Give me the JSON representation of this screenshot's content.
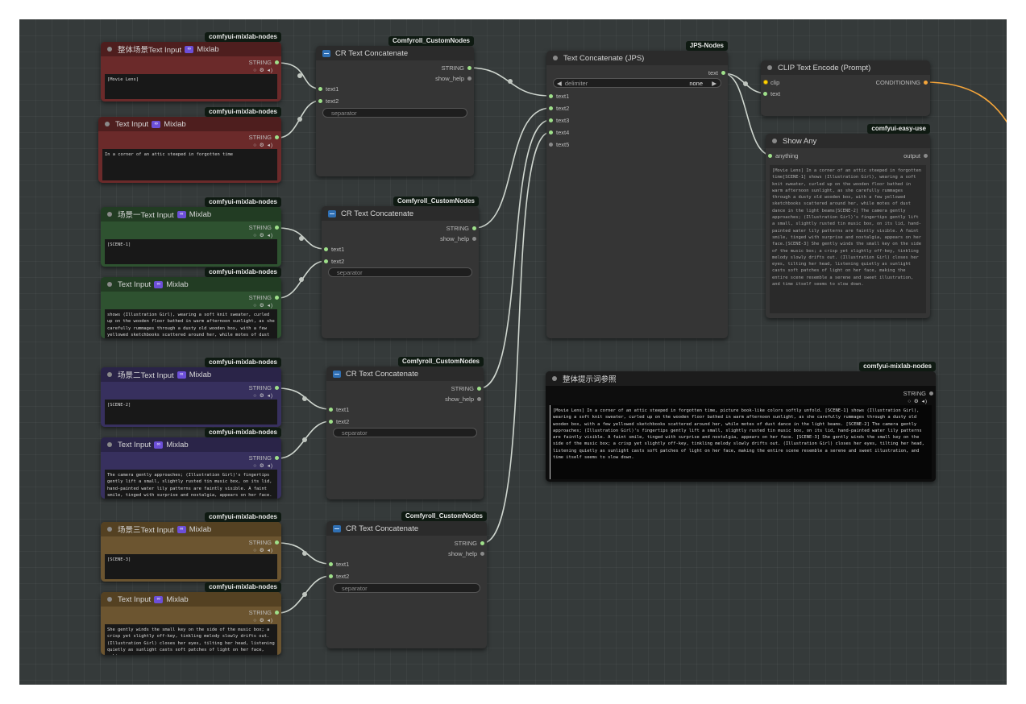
{
  "colors": {
    "canvas": "#353a3a",
    "red_node": "#6b2a2a",
    "green_node": "#2e5230",
    "blue_node": "#37305e",
    "gold_node": "#6c5530",
    "gray_node": "#353535",
    "wire_string": "#cfd6cf",
    "wire_conditioning": "#f5a53a"
  },
  "common": {
    "string_label": "STRING",
    "separator_placeholder": "separator",
    "text1": "text1",
    "text2": "text2",
    "show_help": "show_help",
    "mixlab_badge": "comfyui-mixlab-nodes",
    "comfyroll_badge": "Comfyroll_CustomNodes",
    "mixlab_label": "Mixlab"
  },
  "nodes": {
    "overall_scene_input": {
      "title": "整体场景Text Input",
      "text": "[Movie Lens]"
    },
    "attic_text_input": {
      "title": "Text Input",
      "text": "In a corner of an attic steeped in forgotten time"
    },
    "scene1_input": {
      "title": "场景一Text Input",
      "text": "[SCENE-1]"
    },
    "scene1_text_input": {
      "title": "Text Input",
      "text": "shows (Illustration Girl), wearing a soft knit sweater, curled up on the wooden floor bathed in warm afternoon sunlight, as she carefully rummages through a dusty old wooden box, with a few yellowed sketchbooks scattered around her, while motes of dust"
    },
    "scene2_input": {
      "title": "场景二Text Input",
      "text": "[SCENE-2]"
    },
    "scene2_text_input": {
      "title": "Text Input",
      "text": "The camera gently approaches; (Illustration Girl)'s fingertips gently lift a small, slightly rusted tin music box, on its lid, hand-painted water lily patterns are faintly visible. A faint smile, tinged with surprise and nostalgia, appears on her face."
    },
    "scene3_input": {
      "title": "场景三Text Input",
      "text": "[SCENE-3]"
    },
    "scene3_text_input": {
      "title": "Text Input",
      "text": " She gently winds the small key on the side of the music box; a crisp yet slightly off-key, tinkling melody slowly drifts out. (Illustration Girl) closes her eyes, tilting her head, listening quietly as sunlight casts soft patches of light on her face, making"
    },
    "cr_concat": {
      "title": "CR Text Concatenate"
    },
    "jps_concat": {
      "title": "Text Concatenate (JPS)",
      "badge": "JPS-Nodes",
      "output": "text",
      "delimiter_label": "delimiter",
      "delimiter_value": "none",
      "inputs": [
        "text1",
        "text2",
        "text3",
        "text4",
        "text5"
      ]
    },
    "clip_encode": {
      "title": "CLIP Text Encode (Prompt)",
      "input_clip": "clip",
      "input_text": "text",
      "output": "CONDITIONING"
    },
    "show_any": {
      "title": "Show Any",
      "badge": "comfyui-easy-use",
      "input": "anything",
      "output": "output",
      "text": "[Movie Lens] In a corner of an attic steeped in forgotten time[SCENE-1] shows (Illustration Girl), wearing a soft knit sweater, curled up on the wooden floor bathed in warm afternoon sunlight, as she carefully rummages through a dusty old wooden box, with a few yellowed sketchbooks scattered around her, while motes of dust dance in the light beams[SCENE-2] The camera gently approaches; (Illustration Girl)'s fingertips gently lift a small, slightly rusted tin music box, on its lid, hand-painted water lily patterns are faintly visible. A faint smile, tinged with surprise and nostalgia, appears on her face.[SCENE-3]  She gently winds the small key on the side of the music box; a crisp yet slightly off-key, tinkling melody slowly drifts out. (Illustration Girl) closes her eyes, tilting her head, listening quietly as sunlight casts soft patches of light on her face, making the entire scene resemble a serene and sweet illustration, and time itself seems to slow down."
    },
    "overall_prompt": {
      "title": "整体提示词参照",
      "text": "[Movie Lens] In a corner of an attic steeped in forgotten time, picture book-like colors softly unfold. [SCENE-1] shows (Illustration Girl), wearing a soft knit sweater, curled up on the wooden floor bathed in warm afternoon sunlight, as she carefully rummages through a dusty old wooden box, with a few yellowed sketchbooks scattered around her, while motes of dust dance in the light beams. [SCENE-2] The camera gently approaches; (Illustration Girl)'s fingertips gently lift a small, slightly rusted tin music box, on its lid, hand-painted water lily patterns are faintly visible. A faint smile, tinged with surprise and nostalgia, appears on her face. [SCENE-3] She gently winds the small key on the side of the music box; a crisp yet slightly off-key, tinkling melody slowly drifts out. (Illustration Girl) closes her eyes, tilting her head, listening quietly as sunlight casts soft patches of light on her face, making the entire scene resemble a serene and sweet illustration, and time itself seems to slow down."
    }
  },
  "icons": {
    "node_status": "gray-dot",
    "preview_controls": "circle-gear-speaker",
    "arrow_left": "◀",
    "arrow_right": "▶",
    "mixlab_mark": "∞"
  }
}
